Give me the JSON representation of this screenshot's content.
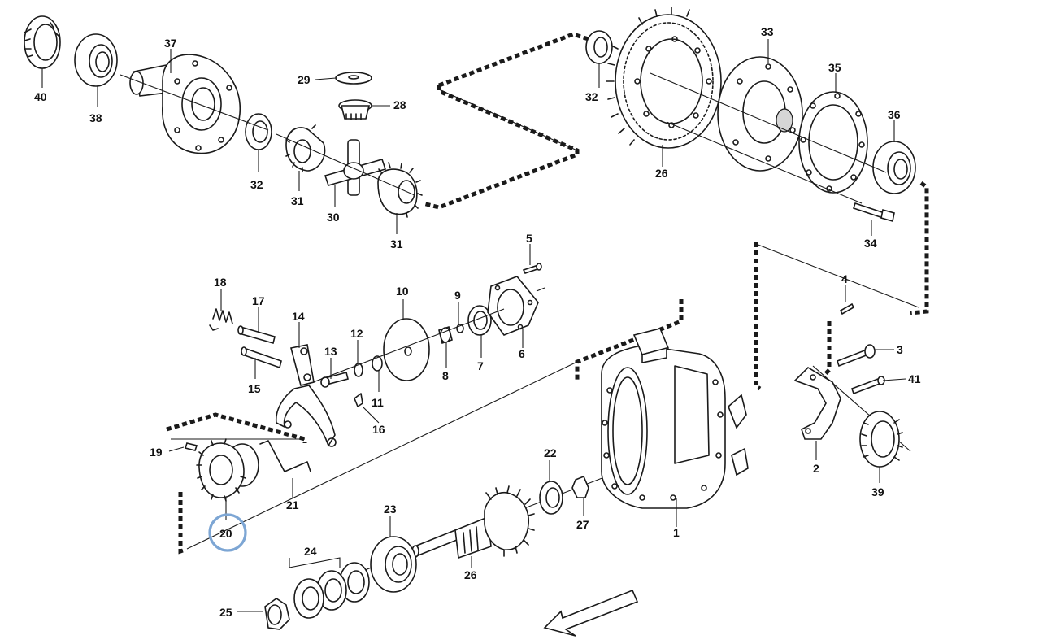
{
  "diagram": {
    "labels": {
      "l1": "1",
      "l2": "2",
      "l3": "3",
      "l4": "4",
      "l5": "5",
      "l6": "6",
      "l7": "7",
      "l8": "8",
      "l9": "9",
      "l10": "10",
      "l11": "11",
      "l12": "12",
      "l13": "13",
      "l14": "14",
      "l15": "15",
      "l16": "16",
      "l17": "17",
      "l18": "18",
      "l19": "19",
      "l20": "20",
      "l21": "21",
      "l22": "22",
      "l23": "23",
      "l24": "24",
      "l25": "25",
      "l26a": "26",
      "l26b": "26",
      "l27": "27",
      "l28": "28",
      "l29": "29",
      "l30": "30",
      "l31a": "31",
      "l31b": "31",
      "l32a": "32",
      "l32b": "32",
      "l33": "33",
      "l34": "34",
      "l35": "35",
      "l36": "36",
      "l37": "37",
      "l38": "38",
      "l39": "39",
      "l40": "40",
      "l41": "41"
    },
    "highlight": {
      "color": "#7da6d4",
      "part": "20"
    }
  }
}
